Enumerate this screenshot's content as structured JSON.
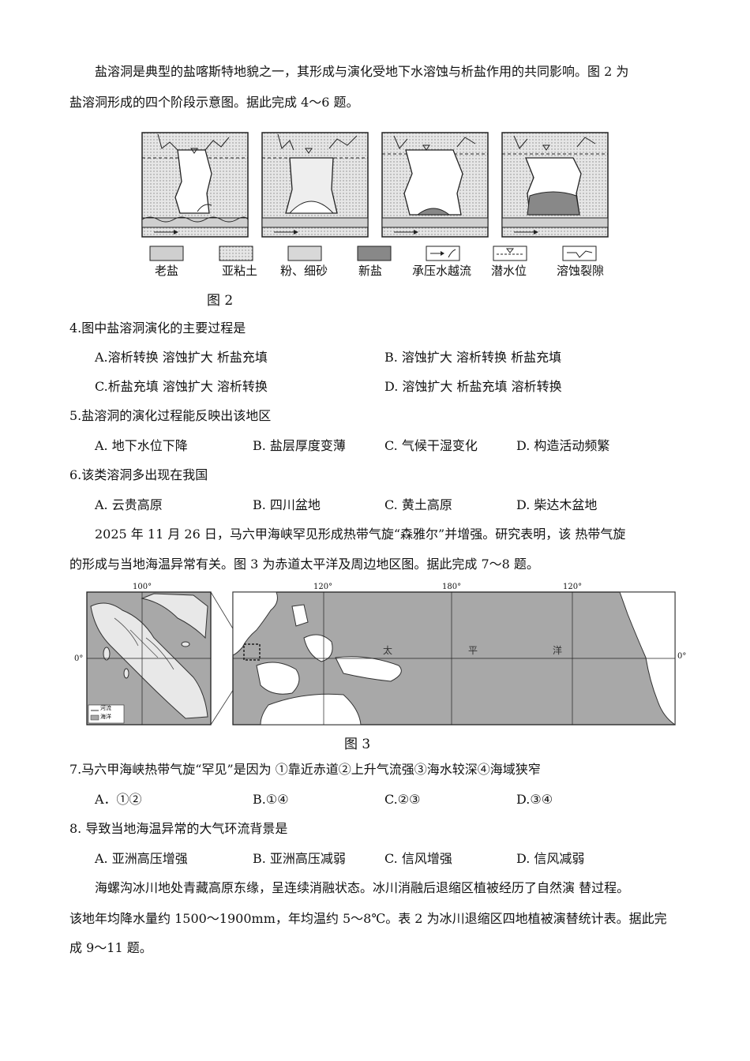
{
  "intro1": {
    "line1": "盐溶洞是典型的盐喀斯特地貌之一，其形成与演化受地下水溶蚀与析盐作用的共同影响。图 2 为",
    "line2": "盐溶洞形成的四个阶段示意图。据此完成 4～6 题。"
  },
  "figure2": {
    "legend": [
      "老盐",
      "亚粘土",
      "粉、细砂",
      "新盐",
      "承压水越流",
      "潜水位",
      "溶蚀裂隙"
    ],
    "caption": "图 2"
  },
  "q4": {
    "stem": "4.图中盐溶洞演化的主要过程是",
    "A": "A.溶析转换  溶蚀扩大  析盐充填",
    "B": "B. 溶蚀扩大  溶析转换  析盐充填",
    "C": "C.析盐充填  溶蚀扩大  溶析转换",
    "D": "D. 溶蚀扩大  析盐充填  溶析转换"
  },
  "q5": {
    "stem": "5.盐溶洞的演化过程能反映出该地区",
    "A": "A. 地下水位下降",
    "B": "B. 盐层厚度变薄",
    "C": "C. 气候干湿变化",
    "D": "D. 构造活动频繁"
  },
  "q6": {
    "stem": "6.该类溶洞多出现在我国",
    "A": "A. 云贵高原",
    "B": "B. 四川盆地",
    "C": "C. 黄土高原",
    "D": "D. 柴达木盆地"
  },
  "intro2": {
    "line1": "2025  年  11  月 26 日，马六甲海峡罕见形成热带气旋“森雅尔”并增强。研究表明，该  热带气旋",
    "line2": "的形成与当地海温异常有关。图 3 为赤道太平洋及周边地区图。据此完成 7～8 题。"
  },
  "figure3": {
    "inset_lon": "100°",
    "inset_lat": "0°",
    "inset_legend": [
      "河流",
      "海洋"
    ],
    "main_lon": [
      "120°",
      "180°",
      "120°"
    ],
    "main_lat": "0°",
    "ocean_label": [
      "太",
      "平",
      "洋"
    ],
    "caption": "图 3"
  },
  "q7": {
    "stem": "7.马六甲海峡热带气旋“罕见”是因为 ①靠近赤道②上升气流强③海水较深④海域狭窄",
    "A": "A．①②",
    "B": "B.①④",
    "C": "C.②③",
    "D": "D.③④"
  },
  "q8": {
    "stem": "8. 导致当地海温异常的大气环流背景是",
    "A": "A. 亚洲高压增强",
    "B": "B. 亚洲高压减弱",
    "C": "C. 信风增强",
    "D": "D. 信风减弱"
  },
  "intro3": {
    "line1": "海螺沟冰川地处青藏高原东缘，呈连续消融状态。冰川消融后退缩区植被经历了自然演  替过程。",
    "line2": "该地年均降水量约 1500～1900mm，年均温约 5～8℃。表 2 为冰川退缩区四地植被演替统计表。据此完",
    "line3": "成 9～11 题。"
  }
}
